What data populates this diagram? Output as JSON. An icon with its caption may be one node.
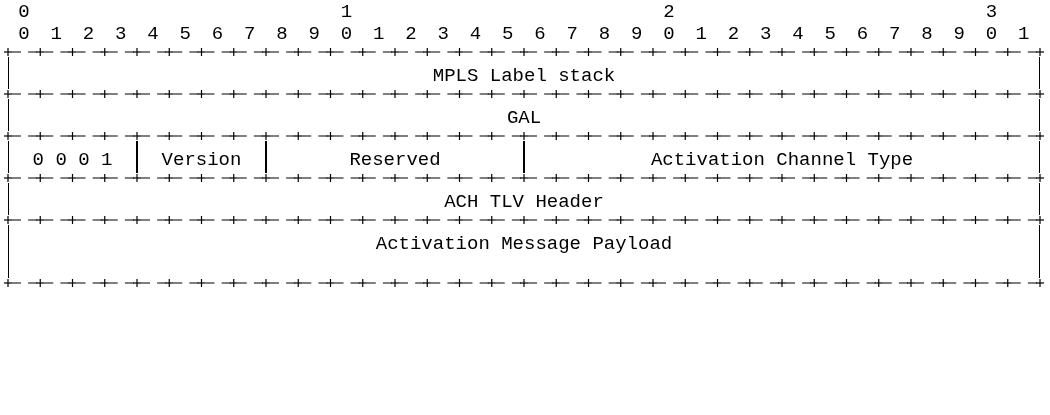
{
  "diagram": {
    "nodes": [
      {
        "text": [
          "MPLS Label stack"
        ]
      },
      {
        "text": [
          "GAL"
        ]
      },
      {
        "text": [
          "0 0 0 1"
        ]
      },
      {
        "text": [
          "Version"
        ]
      },
      {
        "text": [
          "Reserved"
        ]
      },
      {
        "text": [
          "Activation Channel Type"
        ]
      },
      {
        "text": [
          "ACH TLV Header"
        ]
      },
      {
        "text": [
          "Activation Message Payload"
        ]
      }
    ],
    "labels": [
      "0",
      "1",
      "2",
      "3",
      "0 1 2 3 4 5 6 7 8 9 0 1 2 3 4 5 6 7 8 9 0 1 2 3 4 5 6 7 8 9 0 1"
    ]
  }
}
